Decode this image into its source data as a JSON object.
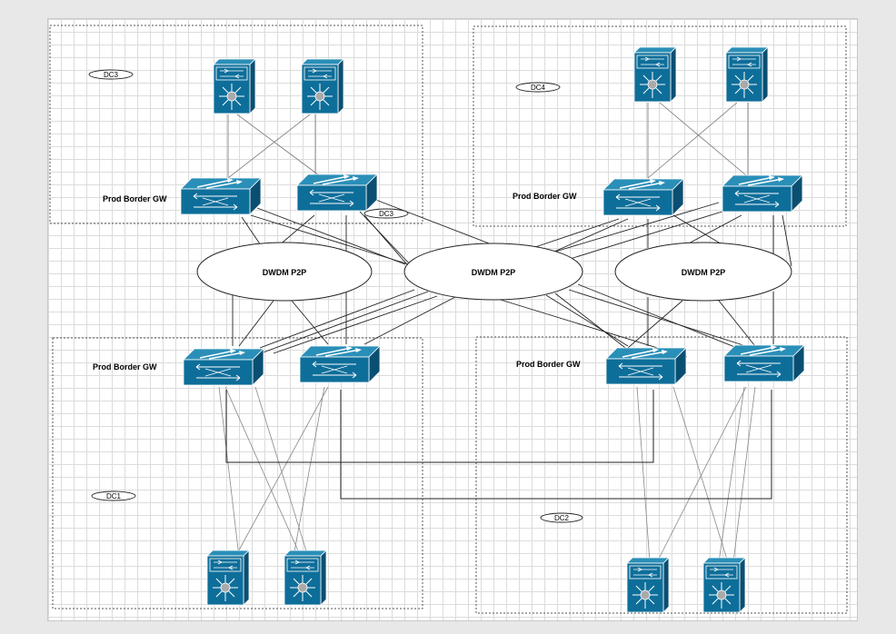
{
  "zones": [
    {
      "label": "DC3"
    },
    {
      "label": "DC4"
    },
    {
      "label": "DC1"
    },
    {
      "label": "DC2"
    }
  ],
  "gateway_label": "Prod Border GW",
  "dwdm_label": "DWDM P2P",
  "extra_tag": "DC3",
  "colors": {
    "device_face": "#0e6e9a",
    "device_top": "#2a8fb8",
    "device_side": "#0a4f72",
    "link": "#222222"
  }
}
